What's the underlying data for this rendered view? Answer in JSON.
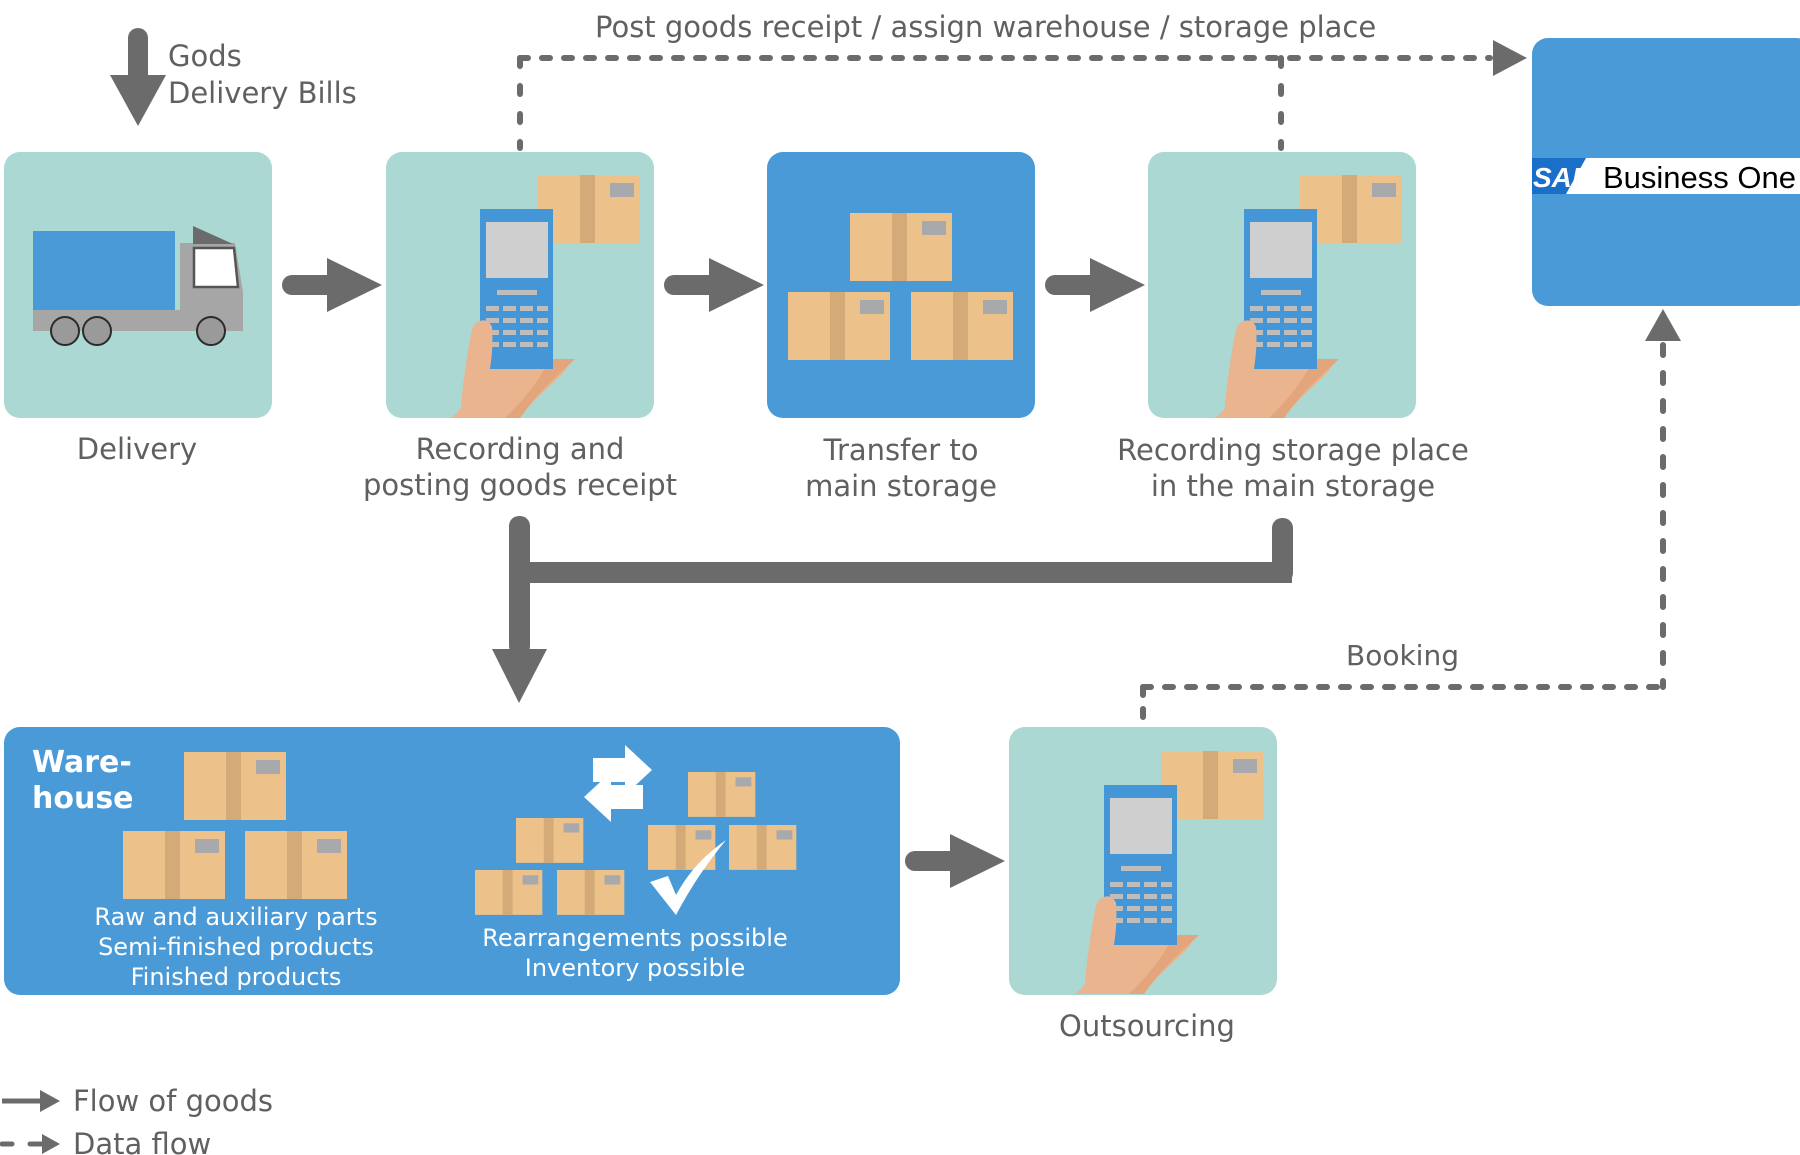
{
  "colors": {
    "teal_box": "#acd8d3",
    "blue_box": "#4a9ad8",
    "arrow_gray": "#6b6b6b",
    "text_gray": "#606062",
    "cardboard": "#ecc28a",
    "cardboard_tape": "#d4ab78",
    "label_gray": "#a7a9ad",
    "scanner_blue": "#4596d6",
    "skin": "#e9b48e",
    "white": "#ffffff"
  },
  "input": {
    "line1": "Gods",
    "line2": "Delivery Bills"
  },
  "steps": [
    {
      "id": "delivery",
      "label_lines": [
        "Delivery"
      ]
    },
    {
      "id": "recording",
      "label_lines": [
        "Recording and",
        "posting goods receipt"
      ]
    },
    {
      "id": "transfer",
      "label_lines": [
        "Transfer to",
        "main storage"
      ]
    },
    {
      "id": "storage-place",
      "label_lines": [
        "Recording storage place",
        "in the main storage"
      ]
    }
  ],
  "top_data_flow_label": "Post goods receipt / assign warehouse / storage place",
  "sap": {
    "mark": "SAP",
    "product": "Business One"
  },
  "warehouse": {
    "title_lines": [
      "Ware-",
      "house"
    ],
    "left_lines": [
      "Raw and auxiliary parts",
      "Semi-finished products",
      "Finished products"
    ],
    "right_lines": [
      "Rearrangements possible",
      "Inventory possible"
    ]
  },
  "outsourcing": {
    "label": "Outsourcing"
  },
  "booking_label": "Booking",
  "legend": [
    {
      "style": "solid",
      "label": "Flow of goods"
    },
    {
      "style": "dashed",
      "label": "Data flow"
    }
  ]
}
